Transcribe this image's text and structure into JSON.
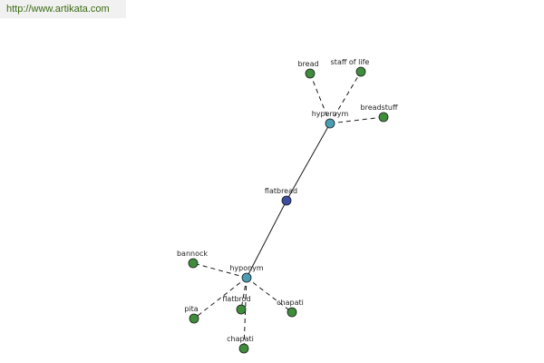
{
  "watermark": {
    "url": "http://www.artikata.com"
  },
  "colors": {
    "center_node": "#3b4d9e",
    "relation_node": "#4a9db2",
    "leaf_node": "#3f8d3c",
    "watermark_text": "#3a6b12",
    "watermark_bg": "#f1f1f1"
  },
  "graph": {
    "nodes": [
      {
        "id": "flatbread",
        "label": "flatbread",
        "kind": "center"
      },
      {
        "id": "hypernym",
        "label": "hypernym",
        "kind": "relation"
      },
      {
        "id": "hyponym",
        "label": "hyponym",
        "kind": "relation"
      },
      {
        "id": "bread",
        "label": "bread",
        "kind": "leaf"
      },
      {
        "id": "staff_of_life",
        "label": "staff of life",
        "kind": "leaf"
      },
      {
        "id": "breadstuff",
        "label": "breadstuff",
        "kind": "leaf"
      },
      {
        "id": "bannock",
        "label": "bannock",
        "kind": "leaf"
      },
      {
        "id": "pita",
        "label": "pita",
        "kind": "leaf"
      },
      {
        "id": "flatbrod",
        "label": "flatbrod",
        "kind": "leaf"
      },
      {
        "id": "chapati_1",
        "label": "chapati",
        "kind": "leaf"
      },
      {
        "id": "chapati_2",
        "label": "chapati",
        "kind": "leaf"
      }
    ],
    "edges": [
      {
        "from": "flatbread",
        "to": "hypernym",
        "style": "solid"
      },
      {
        "from": "flatbread",
        "to": "hyponym",
        "style": "solid"
      },
      {
        "from": "hypernym",
        "to": "bread",
        "style": "dashed"
      },
      {
        "from": "hypernym",
        "to": "staff_of_life",
        "style": "dashed"
      },
      {
        "from": "hypernym",
        "to": "breadstuff",
        "style": "dashed"
      },
      {
        "from": "hyponym",
        "to": "bannock",
        "style": "dashed"
      },
      {
        "from": "hyponym",
        "to": "pita",
        "style": "dashed"
      },
      {
        "from": "hyponym",
        "to": "flatbrod",
        "style": "dashed"
      },
      {
        "from": "hyponym",
        "to": "chapati_1",
        "style": "dashed"
      },
      {
        "from": "hyponym",
        "to": "chapati_2",
        "style": "dashed"
      }
    ]
  }
}
